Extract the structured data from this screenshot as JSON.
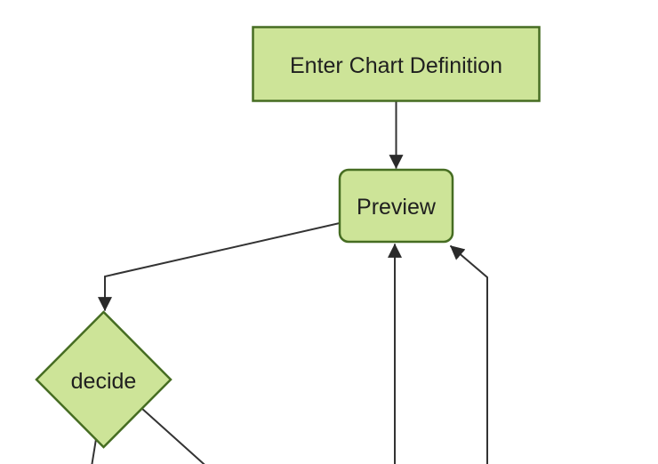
{
  "diagram": {
    "type": "flowchart",
    "direction": "top-down",
    "colors": {
      "background": "#ffffff",
      "node_fill": "#cde498",
      "node_border": "#466d22",
      "edge": "#333333",
      "arrowhead": "#2a2a2a",
      "text": "#1f1f1f"
    },
    "nodes": [
      {
        "id": "enter-chart-definition",
        "label": "Enter Chart Definition",
        "shape": "rectangle"
      },
      {
        "id": "preview",
        "label": "Preview",
        "shape": "rounded-rectangle"
      },
      {
        "id": "decide",
        "label": "decide",
        "shape": "diamond"
      }
    ],
    "edges": [
      {
        "from": "enter-chart-definition",
        "to": "preview",
        "arrow": true
      },
      {
        "from": "preview",
        "to": "decide",
        "arrow": true
      },
      {
        "from": "offscreen-bottom-center",
        "to": "preview",
        "arrow": true
      },
      {
        "from": "offscreen-bottom-right",
        "to": "preview",
        "arrow": true
      },
      {
        "from": "decide",
        "to": "offscreen-bottom-left",
        "arrow": false
      },
      {
        "from": "decide",
        "to": "offscreen-bottom-right",
        "arrow": false
      }
    ]
  }
}
